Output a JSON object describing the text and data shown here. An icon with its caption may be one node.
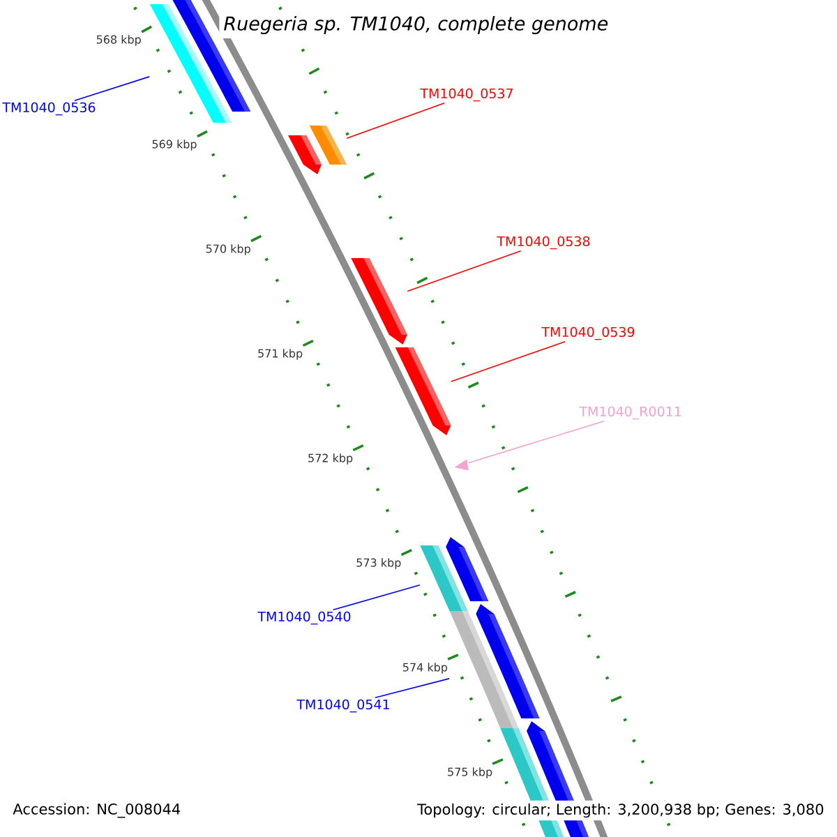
{
  "diagram": {
    "title": "Ruegeria sp. TM1040, complete genome",
    "nodes": [
      {
        "text": [
          "TM1040_0536"
        ]
      },
      {
        "text": [],
        "shape": "bar"
      },
      {
        "text": [
          "TM1040_0537"
        ]
      },
      {
        "text": [],
        "shape": "bar"
      },
      {
        "text": [
          "TM1040_0538"
        ]
      },
      {
        "text": [],
        "shape": "bar"
      },
      {
        "text": [
          "TM1040_0539"
        ]
      },
      {
        "text": [],
        "shape": "bar"
      },
      {
        "text": [
          "TM1040_R0011"
        ]
      },
      {
        "text": [],
        "shape": "triangle"
      },
      {
        "text": [
          "TM1040_0540"
        ]
      },
      {
        "text": [],
        "shape": "bar"
      },
      {
        "text": [
          "TM1040_0541"
        ]
      },
      {
        "text": [],
        "shape": "bar"
      }
    ],
    "edges": [
      {
        "from": 0,
        "to": 1,
        "arrow": "none",
        "color": "#0000ff"
      },
      {
        "from": 2,
        "to": 3,
        "arrow": "none",
        "color": "#ff0000"
      },
      {
        "from": 4,
        "to": 5,
        "arrow": "none",
        "color": "#ff0000"
      },
      {
        "from": 6,
        "to": 7,
        "arrow": "none",
        "color": "#ff0000"
      },
      {
        "from": 8,
        "to": 9,
        "arrow": "none",
        "color": "#f59fcf"
      },
      {
        "from": 10,
        "to": 11,
        "arrow": "none",
        "color": "#0000ff"
      },
      {
        "from": 12,
        "to": 13,
        "arrow": "none",
        "color": "#0000ff"
      }
    ],
    "labels": [
      "568 kbp",
      "569 kbp",
      "570 kbp",
      "571 kbp",
      "572 kbp",
      "573 kbp",
      "574 kbp",
      "575 kbp",
      "Accession: NC_008044",
      "Topology: circular; Length: 3,200,938 bp; Genes: 3,080"
    ]
  }
}
